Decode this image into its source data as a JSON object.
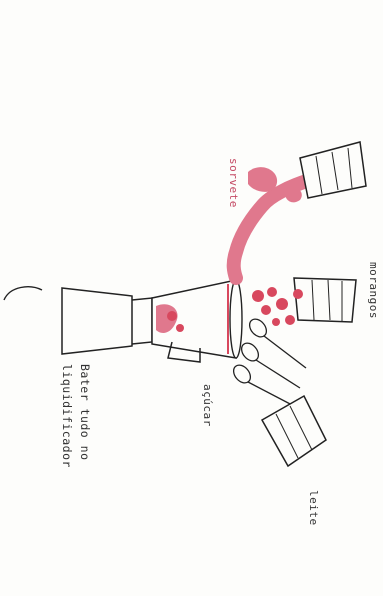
{
  "labels": {
    "sorvete": "sorvete",
    "morangos": "morangos",
    "acucar": "açúcar",
    "leite": "leite",
    "instruction": "Bater tudo no\nliquidificador"
  },
  "colors": {
    "ink": "#222222",
    "accent_pink": "#e0788d",
    "strawberry": "#d8485e",
    "background": "#fdfdfb"
  }
}
